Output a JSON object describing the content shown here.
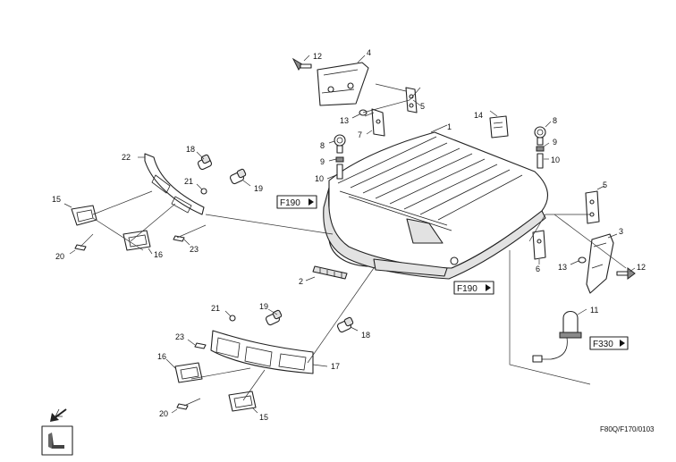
{
  "diagram": {
    "drawing_code": "F80Q/F170/0103",
    "callout_numbers": [
      "1",
      "2",
      "3",
      "4",
      "5",
      "5",
      "6",
      "7",
      "8",
      "8",
      "9",
      "9",
      "10",
      "10",
      "11",
      "12",
      "12",
      "13",
      "13",
      "14",
      "15",
      "15",
      "16",
      "16",
      "17",
      "18",
      "18",
      "19",
      "19",
      "20",
      "20",
      "21",
      "21",
      "22",
      "23",
      "23"
    ],
    "reference_labels": [
      "F190",
      "F190",
      "F330"
    ]
  },
  "icons": {
    "direction_arrow": "arrow-down-left-icon",
    "seat_symbol": "operator-seat-icon"
  }
}
